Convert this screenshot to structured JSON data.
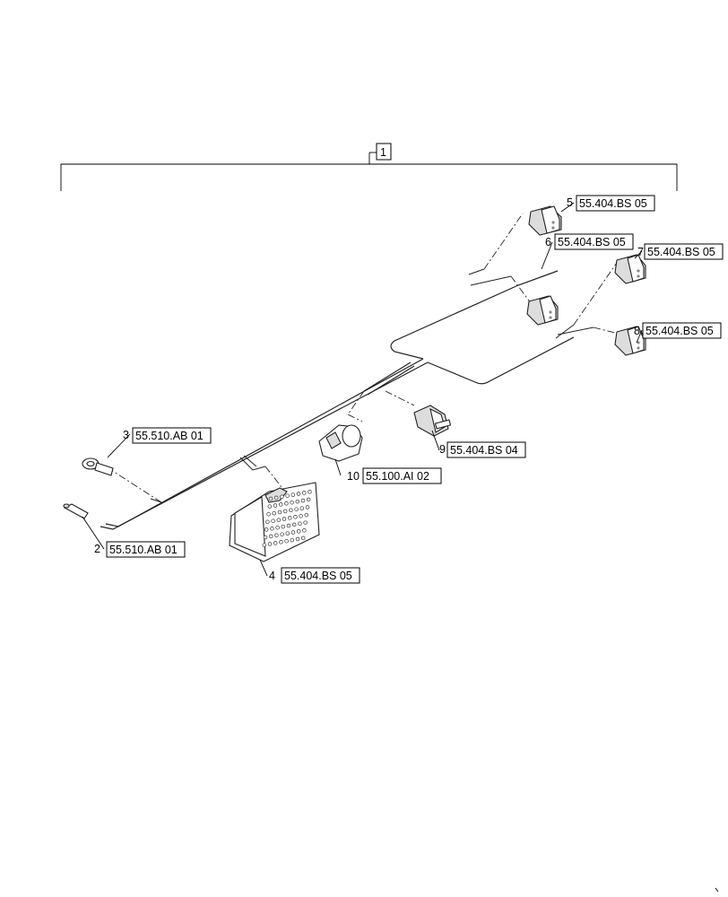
{
  "assembly": {
    "item_number": "1"
  },
  "callouts": [
    {
      "item": "2",
      "ref": "55.510.AB 01"
    },
    {
      "item": "3",
      "ref": "55.510.AB 01"
    },
    {
      "item": "4",
      "ref": "55.404.BS 05"
    },
    {
      "item": "5",
      "ref": "55.404.BS 05"
    },
    {
      "item": "6",
      "ref": "55.404.BS 05"
    },
    {
      "item": "7",
      "ref": "55.404.BS 05"
    },
    {
      "item": "8",
      "ref": "55.404.BS 05"
    },
    {
      "item": "9",
      "ref": "55.404.BS 04"
    },
    {
      "item": "10",
      "ref": "55.100.AI 02"
    }
  ]
}
